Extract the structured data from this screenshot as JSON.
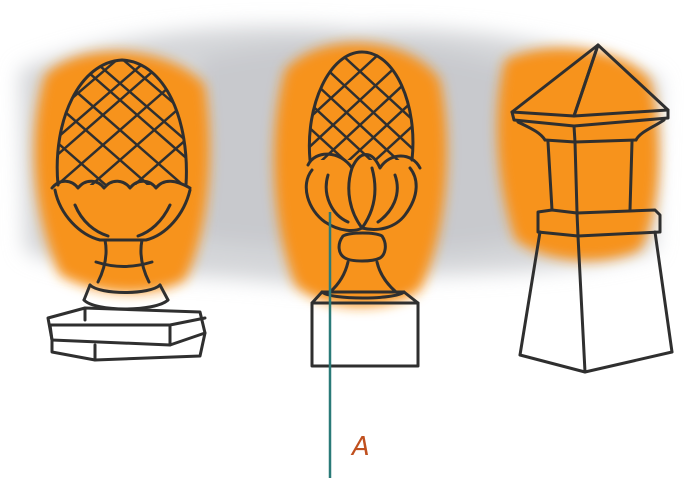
{
  "illustration": {
    "items": [
      {
        "id": "acorn-finial",
        "kind": "acorn finial on urn and square plinth"
      },
      {
        "id": "pinecone-finial",
        "kind": "pinecone finial with leaf cup on square block"
      },
      {
        "id": "pyramid-finial",
        "kind": "pyramid-capped tapered post"
      }
    ],
    "colors": {
      "accent_orange": "#f7931e",
      "wash_grey": "#c9cbce",
      "ink": "#2f2f2f",
      "callout_line": "#2a7a78",
      "callout_text": "#c0501f"
    }
  },
  "callout": {
    "label": "A"
  }
}
